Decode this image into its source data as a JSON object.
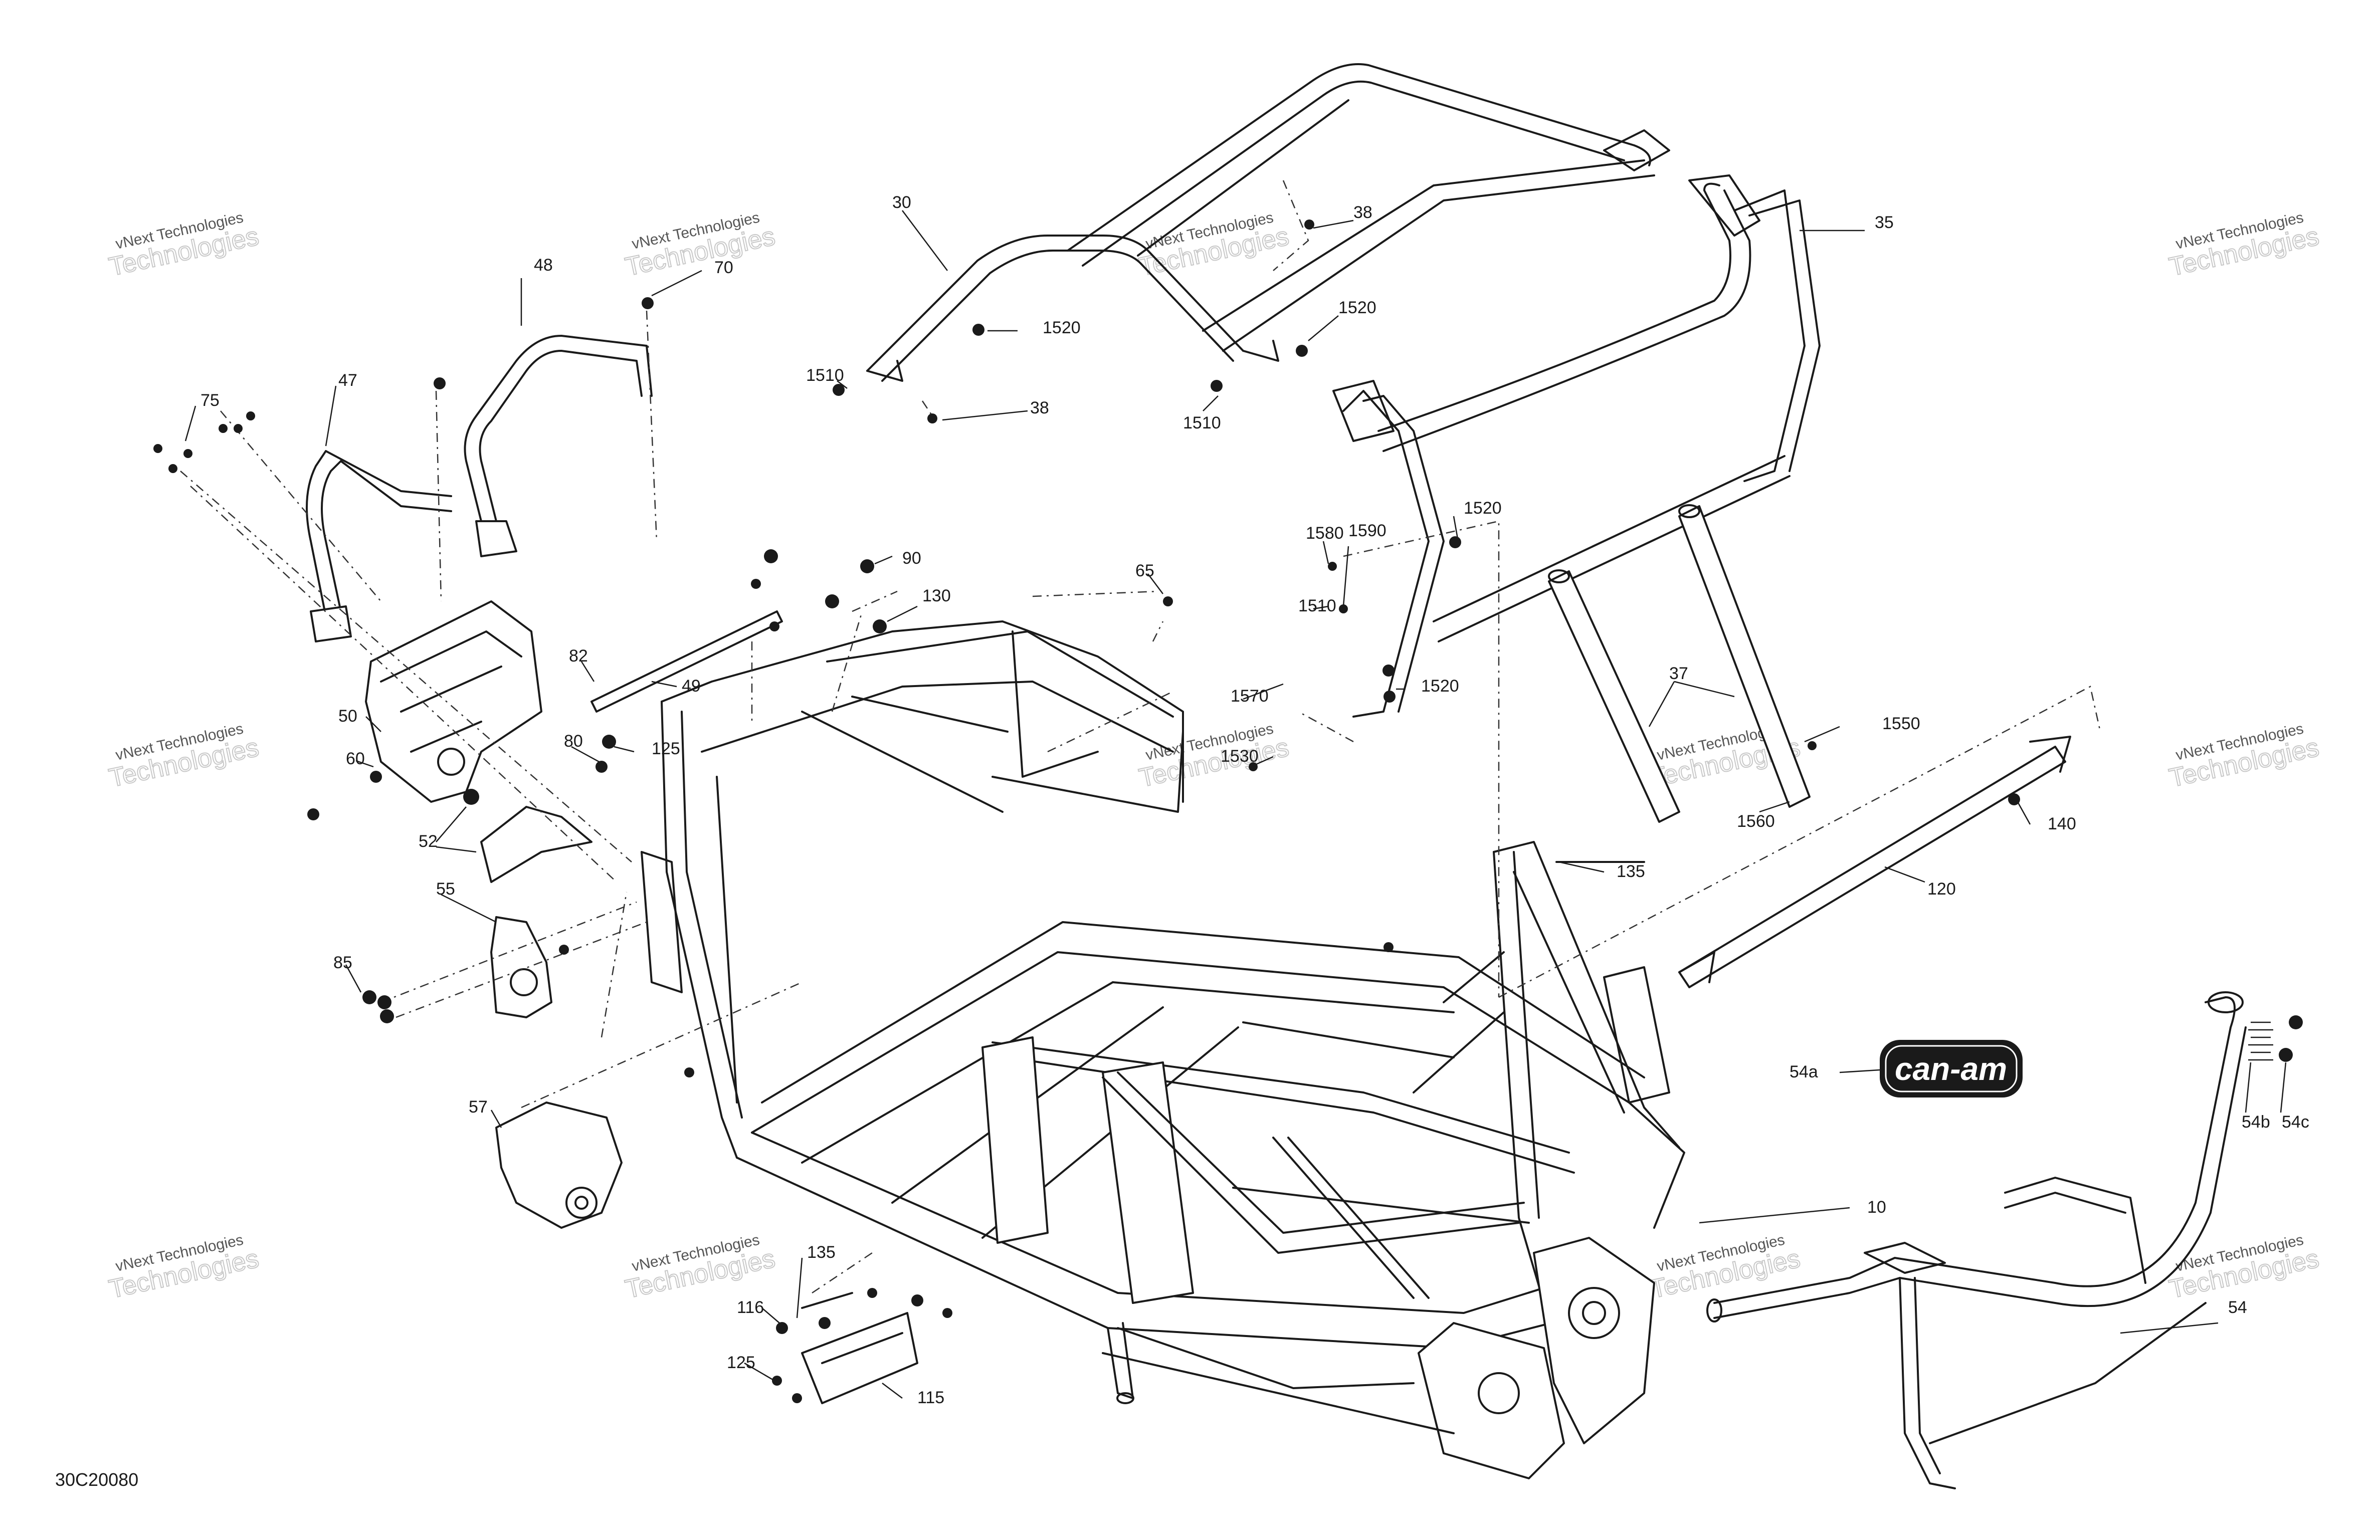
{
  "diagram": {
    "drawing_code": "30C20080",
    "watermark": {
      "line1": "vNext Technologies",
      "line2": "Technologies"
    },
    "decal_text": "can-am",
    "callouts": [
      "30",
      "38",
      "35",
      "38",
      "48",
      "70",
      "47",
      "75",
      "1520",
      "1520",
      "1510",
      "1510",
      "90",
      "130",
      "65",
      "82",
      "49",
      "50",
      "60",
      "80",
      "125",
      "52",
      "55",
      "85",
      "57",
      "1580",
      "1590",
      "1520",
      "1510",
      "1570",
      "1520",
      "1530",
      "37",
      "1550",
      "1560",
      "135",
      "140",
      "120",
      "54a",
      "54b",
      "54c",
      "10",
      "135",
      "116",
      "125",
      "115",
      "54"
    ]
  }
}
